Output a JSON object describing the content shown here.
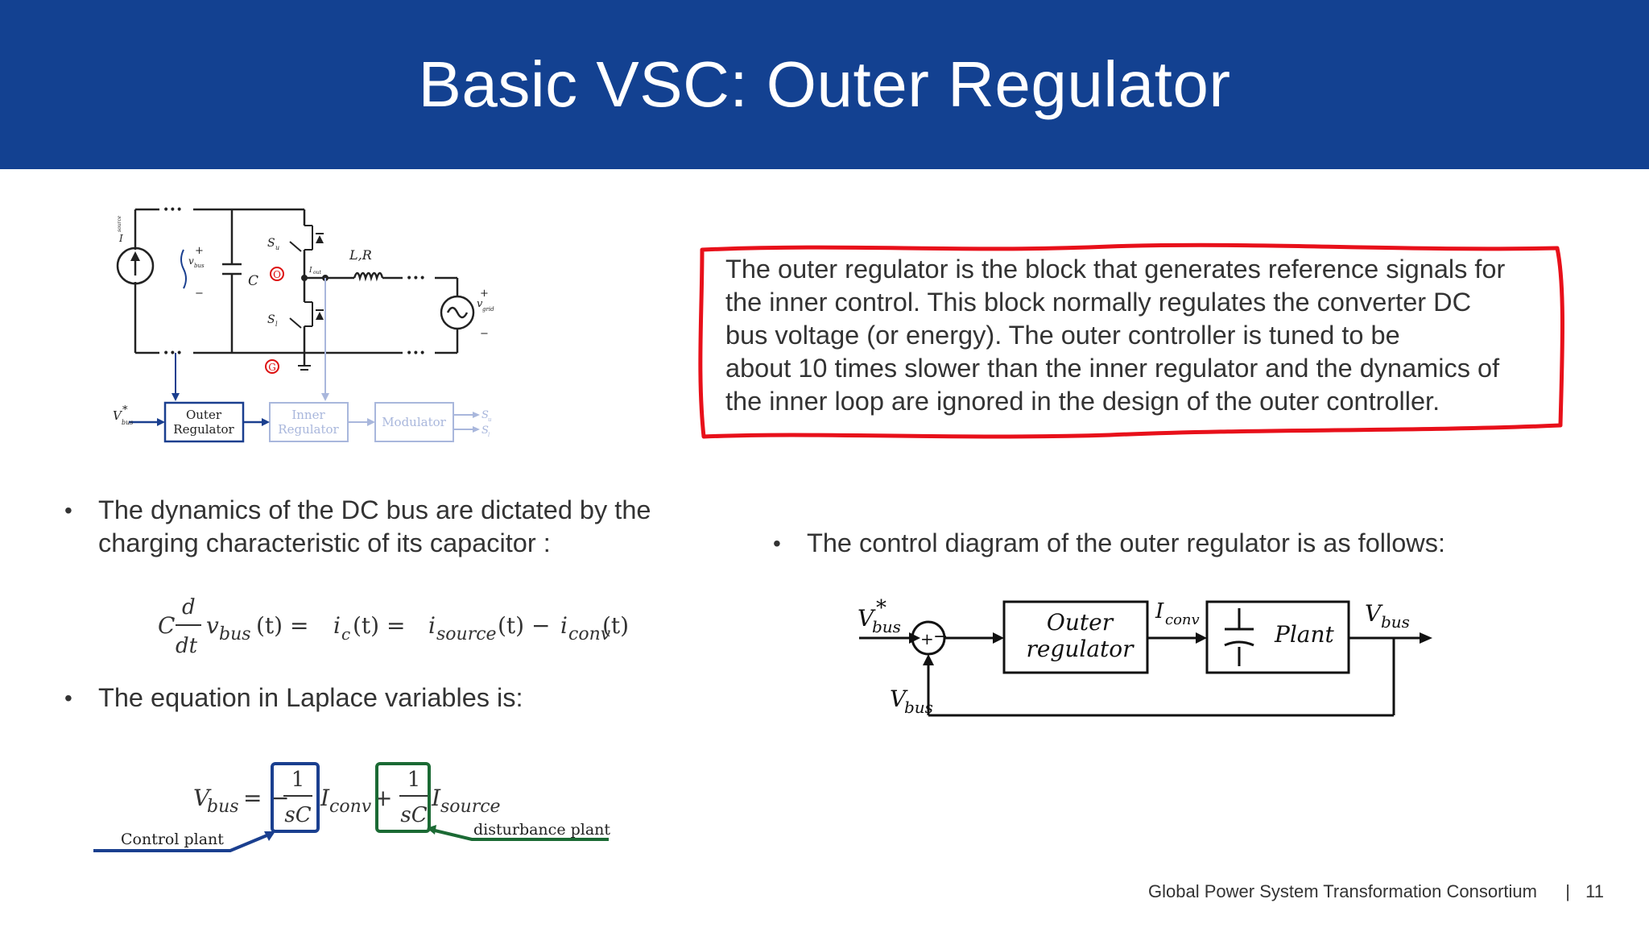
{
  "slide": {
    "title": "Basic VSC: Outer Regulator",
    "colors": {
      "header": "#134191",
      "callout_border": "#e8101a",
      "control_plant": "#1a3f8f",
      "disturbance_plant": "#1b6a34"
    }
  },
  "circuit": {
    "labels": {
      "i_source": "I",
      "i_source_sub": "source",
      "v_bus": "v",
      "v_bus_sub": "bus",
      "cap": "C",
      "s_u": "S",
      "s_u_sub": "u",
      "s_l": "S",
      "s_l_sub": "l",
      "node_o": "O",
      "node_g": "G",
      "i_out": "I",
      "i_out_sub": "out",
      "lr": "L,R",
      "v_grid": "v",
      "v_grid_sub": "grid",
      "plus": "+",
      "minus": "−",
      "v_bus_ref": "V",
      "v_bus_ref_sub": "bus",
      "v_bus_ref_sup": "*",
      "outer_regulator_l1": "Outer",
      "outer_regulator_l2": "Regulator",
      "inner_regulator_l1": "Inner",
      "inner_regulator_l2": "Regulator",
      "modulator": "Modulator",
      "out_su": "S",
      "out_su_sub": "u",
      "out_sl": "S",
      "out_sl_sub": "l",
      "dots": "•••"
    }
  },
  "callout": {
    "lines": [
      "The outer regulator is the block that generates reference signals for",
      "the inner control. This block normally regulates the converter DC",
      "bus voltage (or energy). The outer controller is tuned to be",
      "about 10 times slower than the inner regulator and the dynamics of",
      "the inner loop are ignored in the design of the outer controller."
    ]
  },
  "bullets": {
    "marker": "•",
    "dc_bus_l1": "The dynamics of the DC bus are dictated by the",
    "dc_bus_l2": "charging characteristic of its capacitor :",
    "laplace": "The equation in Laplace variables is:",
    "control_diagram": "The control diagram of the outer regulator is as follows:"
  },
  "equation1": {
    "c": "C",
    "d": "d",
    "dt": "dt",
    "v": "v",
    "v_sub": "bus",
    "t1": "(t) = ",
    "i_c": "i",
    "i_c_sub": "c",
    "t2": "(t) = ",
    "i_source": "i",
    "i_source_sub": "source",
    "t3": "(t) − ",
    "i_conv": "i",
    "i_conv_sub": "conv",
    "t4": "(t)"
  },
  "equation2": {
    "v": "V",
    "v_sub": "bus",
    "eq": "=",
    "minus": "−",
    "plus": "+",
    "num": "1",
    "den": "sC",
    "i_conv": "I",
    "i_conv_sub": "conv",
    "i_source": "I",
    "i_source_sub": "source",
    "control_plant": "Control plant",
    "disturbance_plant": "disturbance plant"
  },
  "control_diagram": {
    "v_ref": "V",
    "v_ref_sub": "bus",
    "v_ref_sup": "*",
    "sum_plus": "+",
    "sum_minus": "−",
    "outer_l1": "Outer",
    "outer_l2": "regulator",
    "i_conv": "I",
    "i_conv_sub": "conv",
    "plant": "Plant",
    "v_out": "V",
    "v_out_sub": "bus",
    "v_fb": "V",
    "v_fb_sub": "bus"
  },
  "footer": {
    "org": "Global Power System Transformation Consortium",
    "separator": "|",
    "page": "11"
  }
}
